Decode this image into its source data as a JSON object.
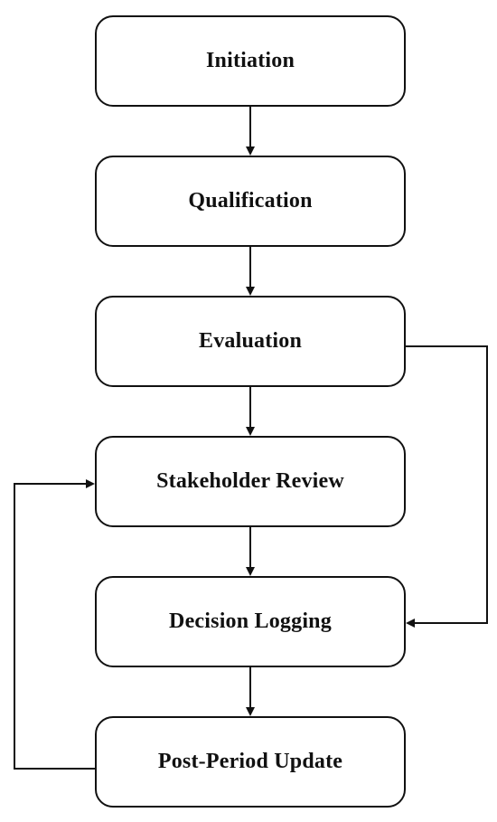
{
  "flowchart": {
    "steps": [
      {
        "label": "Initiation"
      },
      {
        "label": "Qualification"
      },
      {
        "label": "Evaluation"
      },
      {
        "label": "Stakeholder Review"
      },
      {
        "label": "Decision Logging"
      },
      {
        "label": "Post-Period Update"
      }
    ],
    "edges": [
      {
        "from": "Initiation",
        "to": "Qualification"
      },
      {
        "from": "Qualification",
        "to": "Evaluation"
      },
      {
        "from": "Evaluation",
        "to": "Stakeholder Review"
      },
      {
        "from": "Stakeholder Review",
        "to": "Decision Logging"
      },
      {
        "from": "Decision Logging",
        "to": "Post-Period Update"
      },
      {
        "from": "Evaluation",
        "to": "Decision Logging"
      },
      {
        "from": "Post-Period Update",
        "to": "Stakeholder Review"
      }
    ],
    "colors": {
      "stroke": "#111111",
      "background": "#ffffff"
    }
  }
}
